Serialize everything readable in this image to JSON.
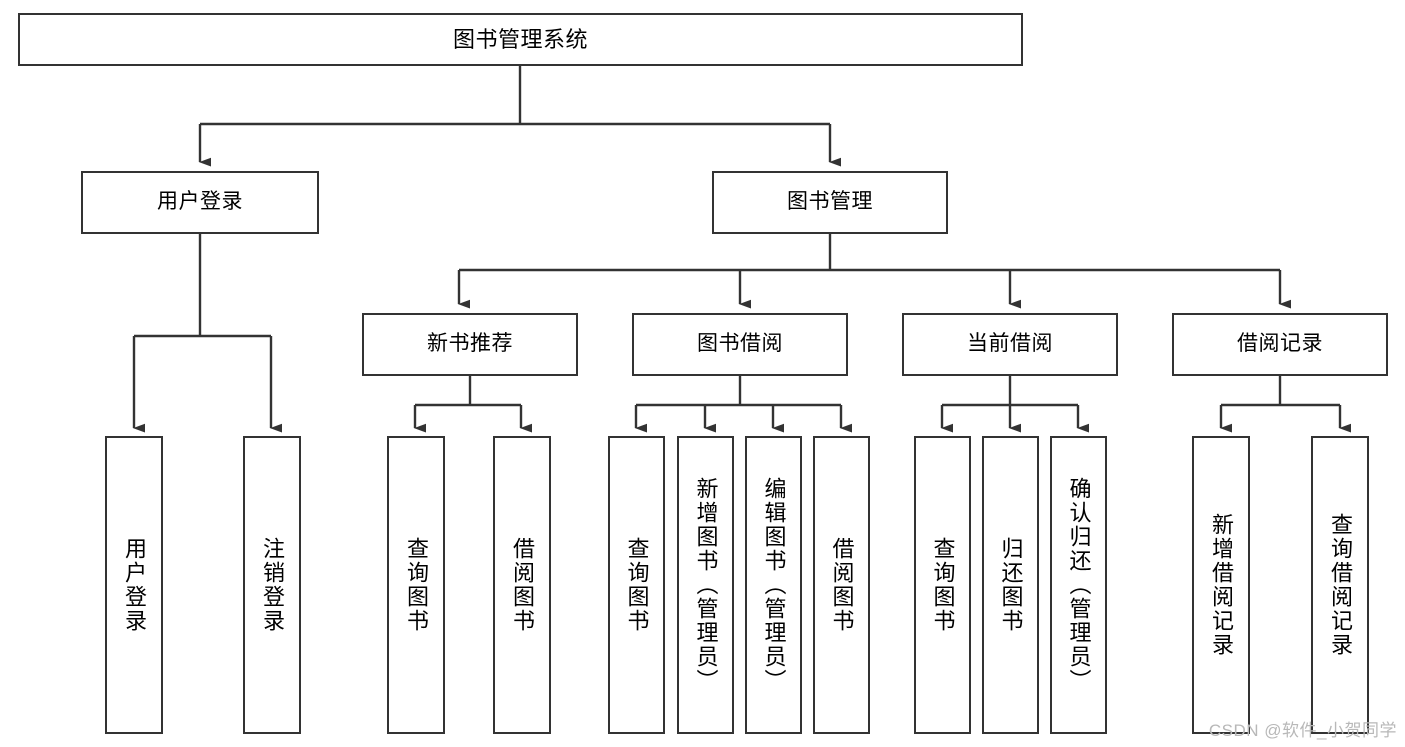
{
  "diagram": {
    "title": "图书管理系统",
    "type": "tree-hierarchy-diagram",
    "root": {
      "id": "root",
      "label": "图书管理系统"
    },
    "level2": [
      {
        "id": "user-login",
        "label": "用户登录"
      },
      {
        "id": "book-management",
        "label": "图书管理"
      }
    ],
    "level3": [
      {
        "id": "new-book-recommend",
        "label": "新书推荐"
      },
      {
        "id": "book-borrow",
        "label": "图书借阅"
      },
      {
        "id": "current-borrow",
        "label": "当前借阅"
      },
      {
        "id": "borrow-record",
        "label": "借阅记录"
      }
    ],
    "leaves": [
      {
        "id": "leaf-user-login",
        "parent": "user-login",
        "label": "用户登录"
      },
      {
        "id": "leaf-logout-login",
        "parent": "user-login",
        "label": "注销登录"
      },
      {
        "id": "leaf-query-book-1",
        "parent": "new-book-recommend",
        "label": "查询图书"
      },
      {
        "id": "leaf-borrow-book-1",
        "parent": "new-book-recommend",
        "label": "借阅图书"
      },
      {
        "id": "leaf-query-book-2",
        "parent": "book-borrow",
        "label": "查询图书"
      },
      {
        "id": "leaf-add-book-admin",
        "parent": "book-borrow",
        "label": "新增图书（管理员）"
      },
      {
        "id": "leaf-edit-book-admin",
        "parent": "book-borrow",
        "label": "编辑图书（管理员）"
      },
      {
        "id": "leaf-borrow-book-2",
        "parent": "book-borrow",
        "label": "借阅图书"
      },
      {
        "id": "leaf-query-book-3",
        "parent": "current-borrow",
        "label": "查询图书"
      },
      {
        "id": "leaf-return-book",
        "parent": "current-borrow",
        "label": "归还图书"
      },
      {
        "id": "leaf-confirm-return-admin",
        "parent": "current-borrow",
        "label": "确认归还（管理员）"
      },
      {
        "id": "leaf-add-borrow-record",
        "parent": "borrow-record",
        "label": "新增借阅记录"
      },
      {
        "id": "leaf-query-borrow-record",
        "parent": "borrow-record",
        "label": "查询借阅记录"
      }
    ]
  },
  "watermark": {
    "text": "CSDN @软件_小贺同学"
  },
  "colors": {
    "border": "#333333",
    "background": "#ffffff",
    "text": "#000000",
    "watermark": "#b8b8b8"
  }
}
